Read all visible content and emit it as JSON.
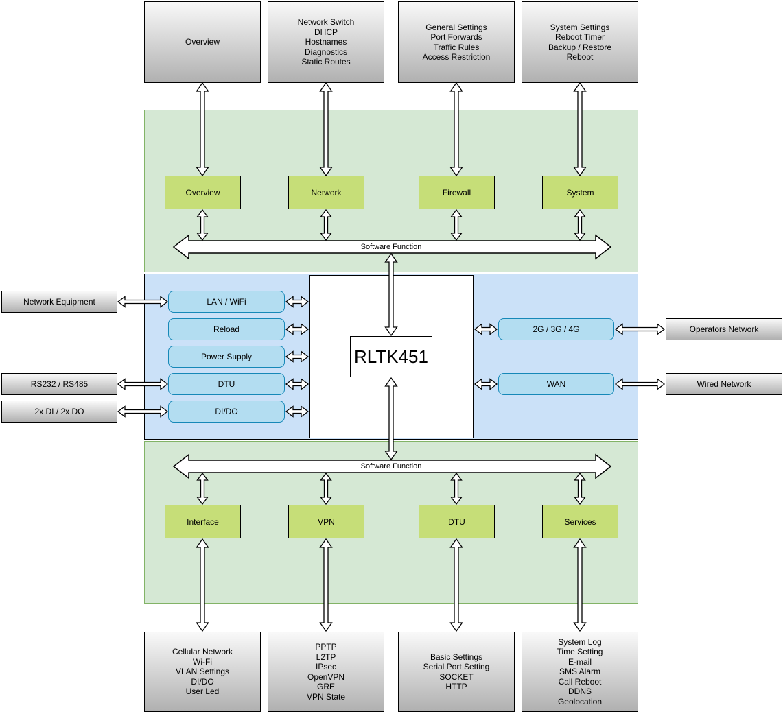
{
  "diagram": {
    "center_chip": "RLTK451",
    "software_function_label": "Software Function",
    "top_pages": [
      {
        "lines": [
          "Overview"
        ]
      },
      {
        "lines": [
          "Network Switch",
          "DHCP",
          "Hostnames",
          "Diagnostics",
          "Static Routes"
        ]
      },
      {
        "lines": [
          "General Settings",
          "Port Forwards",
          "Traffic Rules",
          "Access Restriction"
        ]
      },
      {
        "lines": [
          "System Settings",
          "Reboot Timer",
          "Backup / Restore",
          "Reboot"
        ]
      }
    ],
    "top_menu": [
      {
        "label": "Overview"
      },
      {
        "label": "Network"
      },
      {
        "label": "Firewall"
      },
      {
        "label": "System"
      }
    ],
    "bottom_menu": [
      {
        "label": "Interface"
      },
      {
        "label": "VPN"
      },
      {
        "label": "DTU"
      },
      {
        "label": "Services"
      }
    ],
    "bottom_pages": [
      {
        "lines": [
          "Cellular Network",
          "Wi-Fi",
          "VLAN Settings",
          "DI/DO",
          "User Led"
        ]
      },
      {
        "lines": [
          "PPTP",
          "L2TP",
          "IPsec",
          "OpenVPN",
          "GRE",
          "VPN State"
        ]
      },
      {
        "lines": [
          "Basic Settings",
          "Serial Port Setting",
          "SOCKET",
          "HTTP"
        ]
      },
      {
        "lines": [
          "System Log",
          "Time Setting",
          "E-mail",
          "SMS Alarm",
          "Call Reboot",
          "DDNS",
          "Geolocation"
        ]
      }
    ],
    "hardware_left": [
      {
        "label": "LAN / WiFi"
      },
      {
        "label": "Reload"
      },
      {
        "label": "Power Supply"
      },
      {
        "label": "DTU"
      },
      {
        "label": "DI/DO"
      }
    ],
    "hardware_right": [
      {
        "label": "2G / 3G / 4G"
      },
      {
        "label": "WAN"
      }
    ],
    "external_left": [
      {
        "label": "Network Equipment"
      },
      {
        "label": "RS232 / RS485"
      },
      {
        "label": "2x DI / 2x DO"
      }
    ],
    "external_right": [
      {
        "label": "Operators Network"
      },
      {
        "label": "Wired Network"
      }
    ],
    "colors": {
      "software_band_fill": "#d5e8d4",
      "software_band_border": "#82b366",
      "hardware_band_fill": "#cbe1f8",
      "hardware_band_border": "#000000",
      "menu_box_fill": "#c6de78",
      "menu_box_border": "#000000",
      "hardware_box_fill": "#b3ddf1",
      "hardware_box_border": "#1688b8",
      "gray_box_gradient_top": "#f9f9f9",
      "gray_box_gradient_bottom": "#b0b0b0",
      "arrow_fill": "#ffffff",
      "arrow_stroke": "#000000"
    }
  }
}
